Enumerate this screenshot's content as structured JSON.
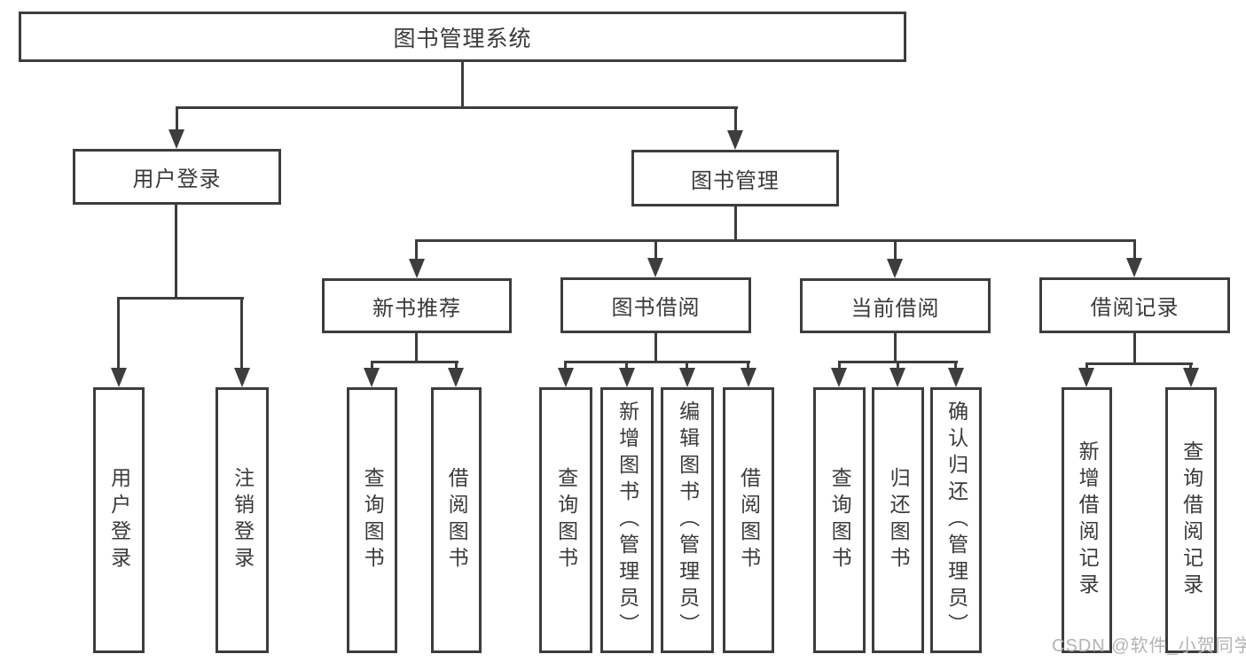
{
  "tree": {
    "root": {
      "label": "图书管理系统"
    },
    "branches": [
      {
        "label": "用户登录",
        "children": [
          "用户登录",
          "注销登录"
        ]
      },
      {
        "label": "图书管理",
        "groups": [
          {
            "label": "新书推荐",
            "children": [
              "查询图书",
              "借阅图书"
            ]
          },
          {
            "label": "图书借阅",
            "children": [
              "查询图书",
              "新增图书（管理员）",
              "编辑图书（管理员）",
              "借阅图书"
            ]
          },
          {
            "label": "当前借阅",
            "children": [
              "查询图书",
              "归还图书",
              "确认归还（管理员）"
            ]
          },
          {
            "label": "借阅记录",
            "children": [
              "新增借阅记录",
              "查询借阅记录"
            ]
          }
        ]
      }
    ]
  },
  "watermark": "CSDN @软件_小贺同学",
  "colors": {
    "line": "#3d3d3d",
    "text": "#3a3a3a",
    "watermark": "#b3b3b3",
    "background": "#ffffff"
  }
}
